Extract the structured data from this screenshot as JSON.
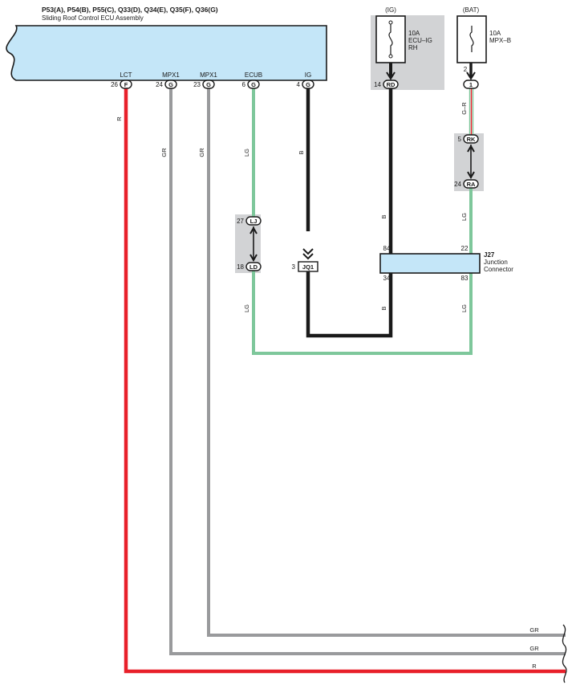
{
  "colors": {
    "red": "#e8202a",
    "gray": "#999a9c",
    "green": "#7ec79b",
    "black": "#1a1a1a",
    "ecu_fill": "#c4e6f8",
    "shade": "#d2d3d5"
  },
  "ecu": {
    "title": "P53(A), P54(B), P55(C), Q33(D), Q34(E), Q35(F), Q36(G)",
    "subtitle": "Sliding Roof Control ECU Assembly",
    "pins": [
      {
        "name": "LCT",
        "number": "26",
        "connector": "F"
      },
      {
        "name": "MPX1",
        "number": "24",
        "connector": "G"
      },
      {
        "name": "MPX1",
        "number": "23",
        "connector": "G"
      },
      {
        "name": "ECUB",
        "number": "6",
        "connector": "G"
      },
      {
        "name": "IG",
        "number": "4",
        "connector": "G"
      }
    ]
  },
  "wires": {
    "lct": "R",
    "mpx1_24": "GR",
    "mpx1_23": "GR",
    "ecub_upper": "LG",
    "ecub_lower": "LG",
    "ig": "B",
    "rd_upper": "B",
    "rd_lower": "B",
    "bat_short": "G–R",
    "bat_lower": "LG",
    "junction_lower": "LG",
    "right_gr_top": "GR",
    "right_gr_mid": "GR",
    "right_r": "R"
  },
  "fuses": {
    "ig": {
      "header": "(IG)",
      "amp": "10A",
      "name_line1": "ECU–IG",
      "name_line2": "RH",
      "pin": "14",
      "connector": "RD"
    },
    "bat": {
      "header": "(BAT)",
      "amp": "10A",
      "name": "MPX–B",
      "pin": "2",
      "connector": "1"
    }
  },
  "connectors": {
    "rk": {
      "pin": "5",
      "code": "RK"
    },
    "ra": {
      "pin": "24",
      "code": "RA"
    },
    "lj": {
      "pin": "27",
      "code": "LJ"
    },
    "ld": {
      "pin": "18",
      "code": "LD"
    },
    "jq1": {
      "pin": "3",
      "code": "JQ1"
    }
  },
  "junction": {
    "code": "J27",
    "name_line1": "Junction",
    "name_line2": "Connector",
    "pin_top_left": "84",
    "pin_top_right": "22",
    "pin_bottom_left": "34",
    "pin_bottom_right": "83"
  }
}
